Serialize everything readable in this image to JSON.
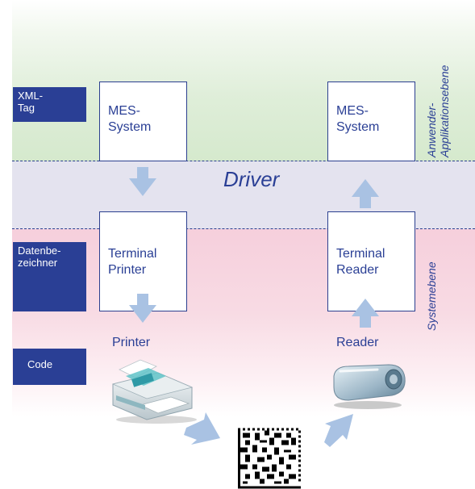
{
  "layer_labels": {
    "xml_tag": "XML-\nTag",
    "datenbezeichner": "Datenbe-\nzeichner",
    "code": "Code"
  },
  "left_stack": {
    "mes_system": "MES-\nSystem",
    "terminal": "Terminal\nPrinter",
    "device": "Printer"
  },
  "right_stack": {
    "mes_system": "MES-\nSystem",
    "terminal": "Terminal\nReader",
    "device": "Reader"
  },
  "driver_label": "Driver",
  "layer_names": {
    "application": "Anwender-\nApplikationsebene",
    "system": "Systemebene"
  },
  "colors": {
    "label_box": "#2a3f95",
    "text": "#2a3f95",
    "arrow": "#a9c2e3",
    "application_band": "#d5e9cd",
    "driver_band": "#e4e3ef",
    "system_band": "#f6cfdc"
  }
}
